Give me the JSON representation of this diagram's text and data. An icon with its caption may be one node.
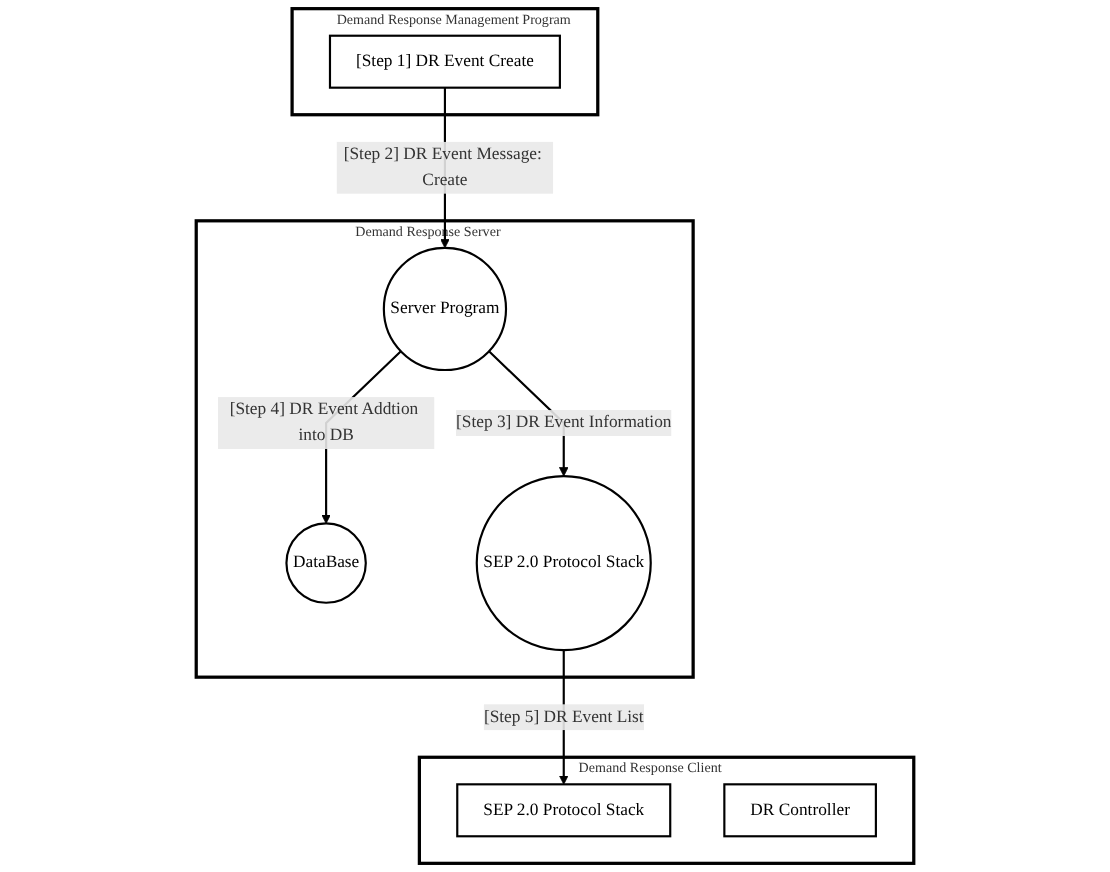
{
  "diagram": {
    "nodes": [
      {
        "text": [
          "Demand Response Management Program"
        ]
      },
      {
        "text": [
          "[Step 1] DR Event Create"
        ],
        "in": 0
      },
      {
        "text": [
          "Demand Response Server"
        ]
      },
      {
        "text": [
          "Server Program"
        ],
        "in": 2
      },
      {
        "text": [
          "DataBase"
        ],
        "in": 2
      },
      {
        "text": [
          "SEP 2.0 Protocol Stack"
        ],
        "in": 2
      },
      {
        "text": [
          "Demand Response Client"
        ]
      },
      {
        "text": [
          "SEP 2.0 Protocol Stack"
        ],
        "in": 6
      },
      {
        "text": [
          "DR Controller"
        ],
        "in": 6
      }
    ],
    "edges": [
      {
        "from": 1,
        "to": 3,
        "arrow": "to",
        "label": "[Step 2] DR Event Message: Create"
      },
      {
        "from": 3,
        "to": 4,
        "arrow": "to",
        "label": "[Step 4] DR Event Addtion into DB"
      },
      {
        "from": 3,
        "to": 5,
        "arrow": "to",
        "label": "[Step 3] DR Event Information"
      },
      {
        "from": 5,
        "to": 7,
        "arrow": "to",
        "label": "[Step 5] DR Event List"
      }
    ]
  }
}
